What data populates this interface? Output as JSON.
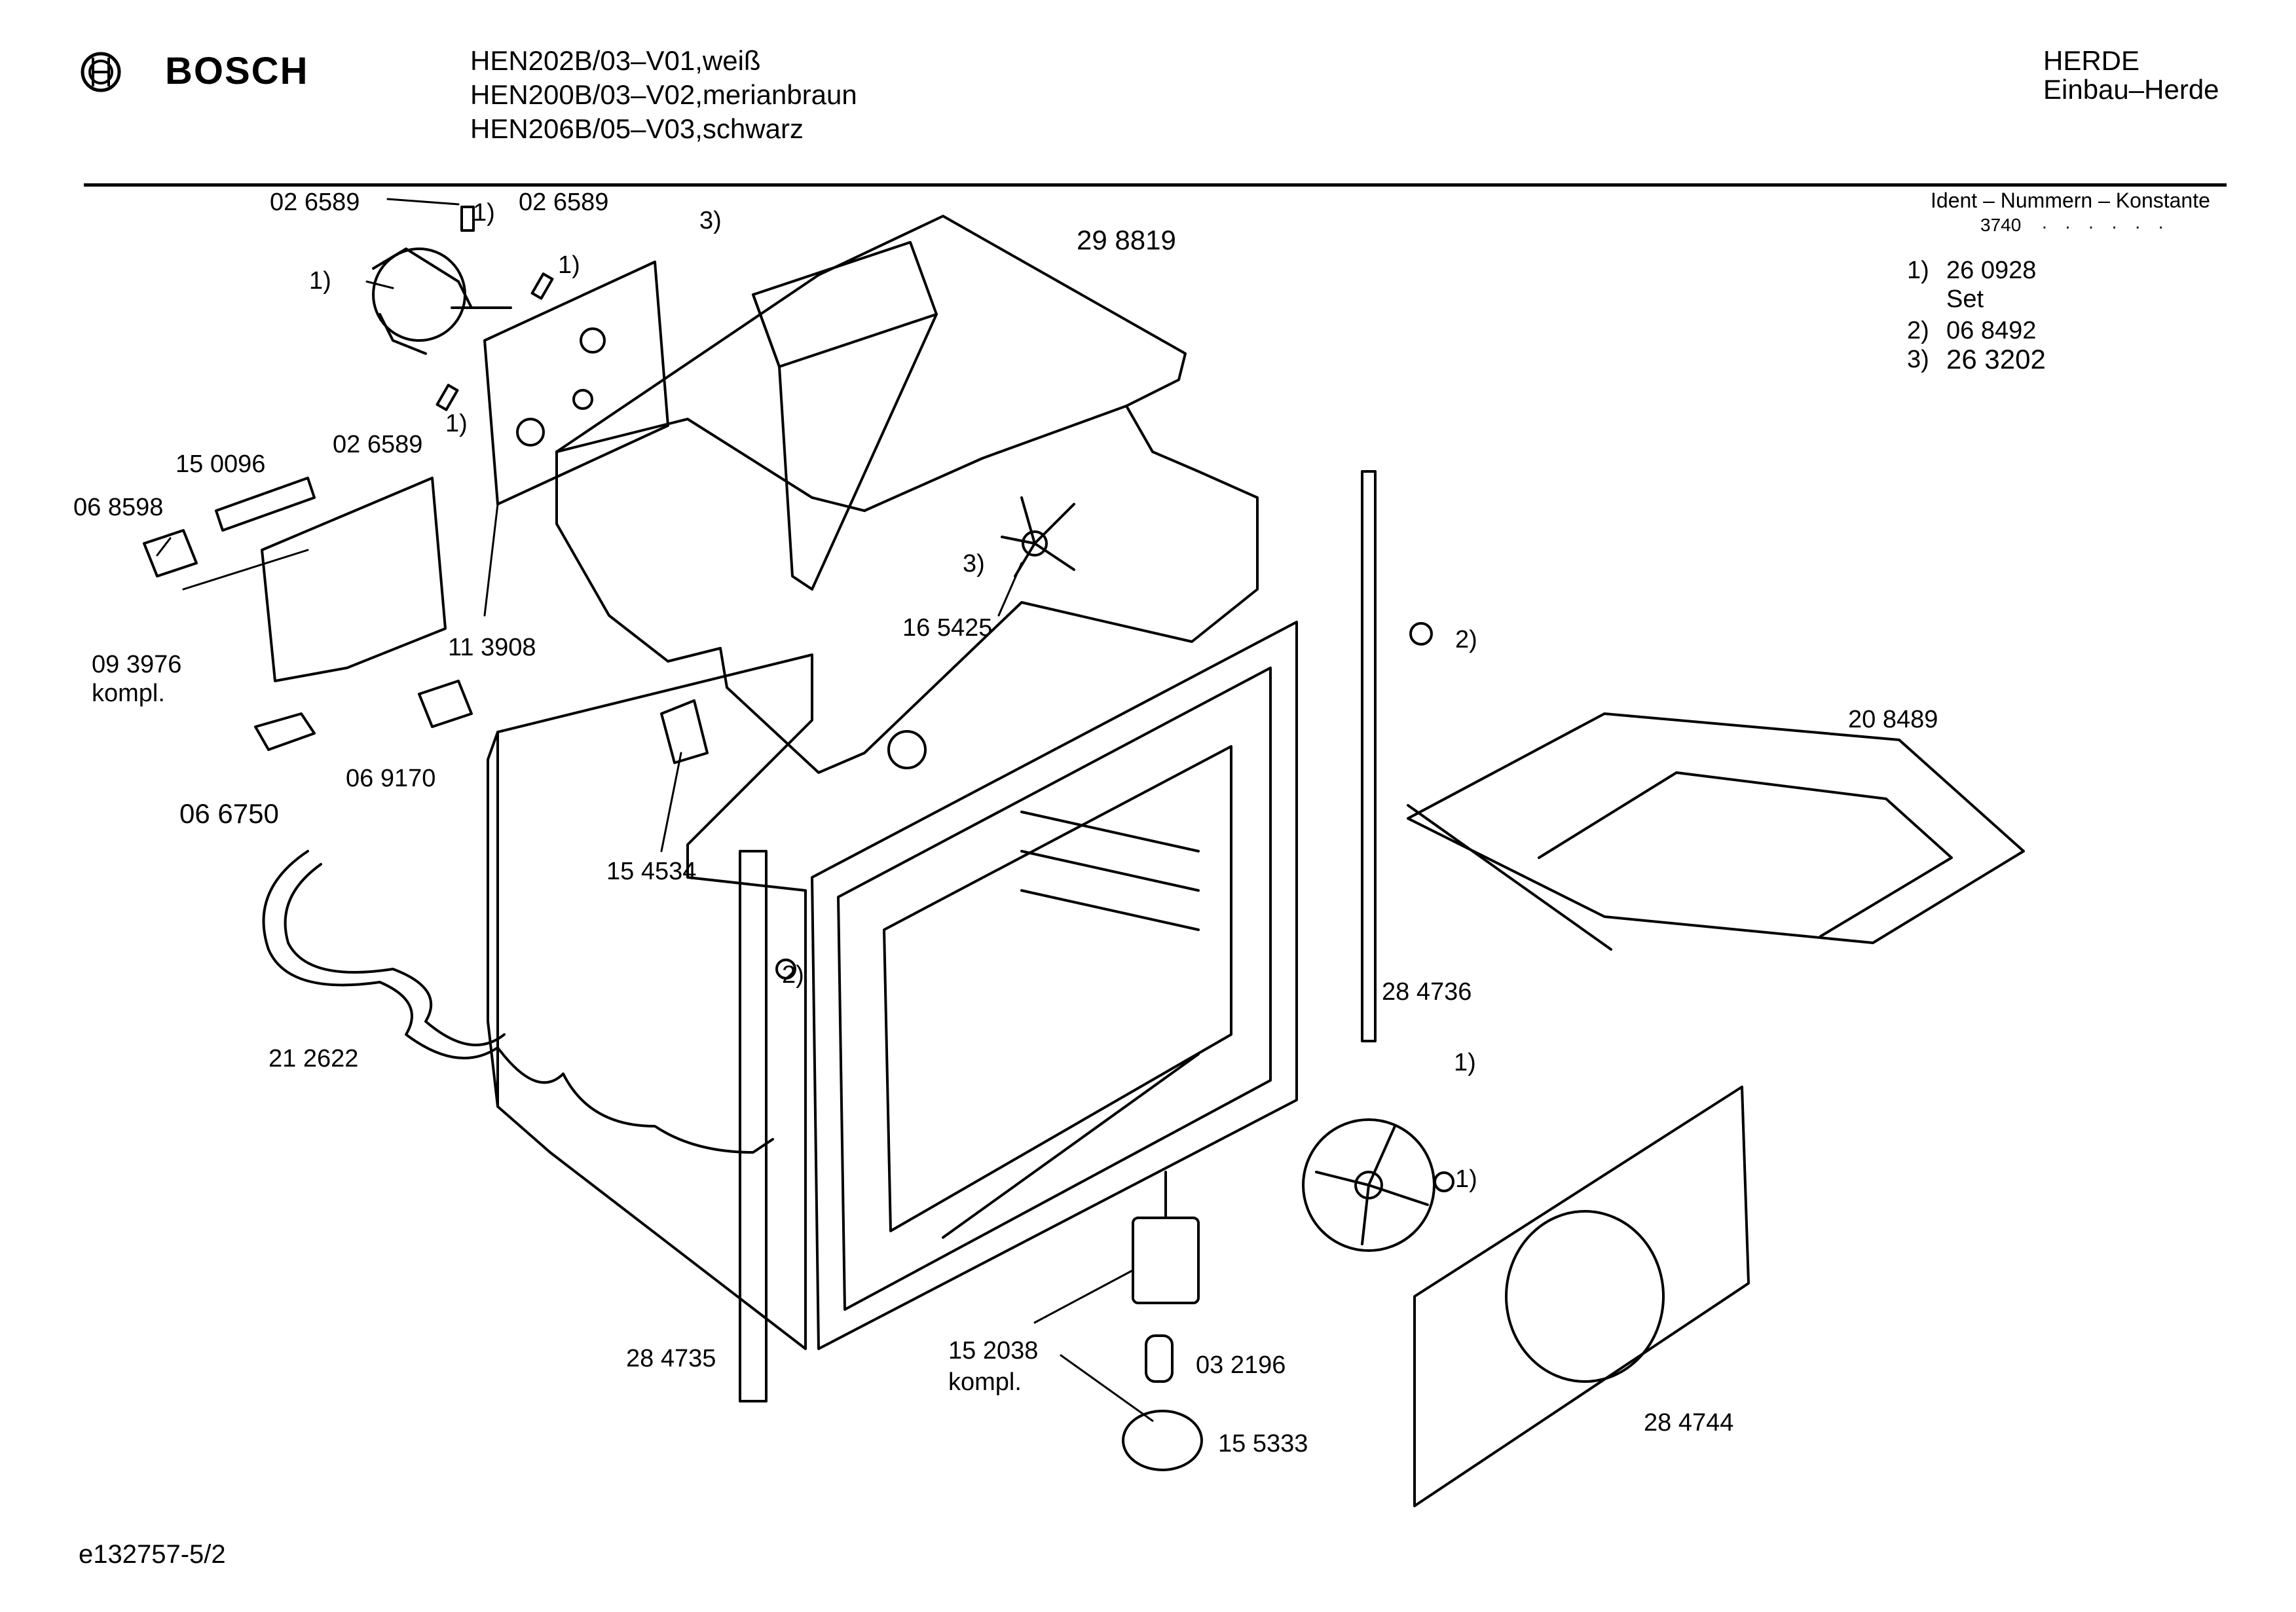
{
  "header": {
    "brand": "BOSCH",
    "models": [
      "HEN202B/03–V01,weiß",
      "HEN200B/03–V02,merianbraun",
      "HEN206B/05–V03,schwarz"
    ],
    "category": "HERDE",
    "subcategory": "Einbau–Herde"
  },
  "legend": {
    "title": "Ident – Nummern – Konstante",
    "constant": "3740",
    "dots": ". . . . . .",
    "items": [
      {
        "key": "1)",
        "value": "26 0928",
        "note": "Set"
      },
      {
        "key": "2)",
        "value": "06 8492",
        "note": ""
      },
      {
        "key": "3)",
        "value": "26 3202",
        "note": ""
      }
    ]
  },
  "labels": [
    "02 6589",
    "1)",
    "02 6589",
    "1)",
    "1)",
    "02 6589",
    "1)",
    "3)",
    "29 8819",
    "15 0096",
    "06 8598",
    "09 3976",
    "kompl.",
    "11 3908",
    "3)",
    "16 5425",
    "2)",
    "20 8489",
    "06 9170",
    "06 6750",
    "15 4534",
    "2)",
    "21 2622",
    "28 4736",
    "1)",
    "1)",
    "15 2038",
    "kompl.",
    "03 2196",
    "28 4735",
    "15 5333",
    "28 4744"
  ],
  "footer": {
    "doc_id": "e132757-5/2"
  }
}
